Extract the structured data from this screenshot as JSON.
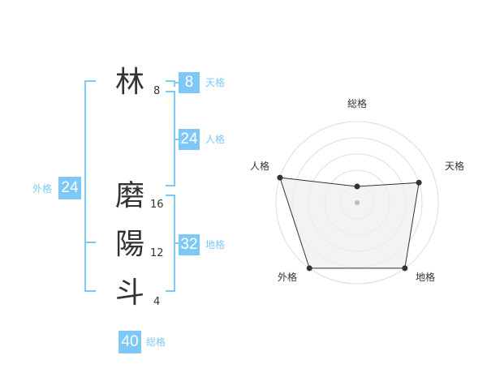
{
  "name_chars": [
    {
      "char": "林",
      "strokes": "8"
    },
    {
      "char": "磨",
      "strokes": "16"
    },
    {
      "char": "陽",
      "strokes": "12"
    },
    {
      "char": "斗",
      "strokes": "4"
    }
  ],
  "fortunes": {
    "tenkaku": {
      "value": "8",
      "label": "天格"
    },
    "jinkaku": {
      "value": "24",
      "label": "人格"
    },
    "chikaku": {
      "value": "32",
      "label": "地格"
    },
    "gaikaku": {
      "value": "24",
      "label": "外格"
    },
    "soukaku": {
      "value": "40",
      "label": "総格"
    }
  },
  "colors": {
    "accent": "#7ec8f7",
    "text": "#333333",
    "radar_fill": "#eeeeee",
    "grid": "#dddddd"
  },
  "chart_data": {
    "type": "radar",
    "axes": [
      "総格",
      "天格",
      "地格",
      "外格",
      "人格"
    ],
    "values": [
      1,
      4,
      5,
      5,
      5
    ],
    "max": 5,
    "rings": 5
  }
}
